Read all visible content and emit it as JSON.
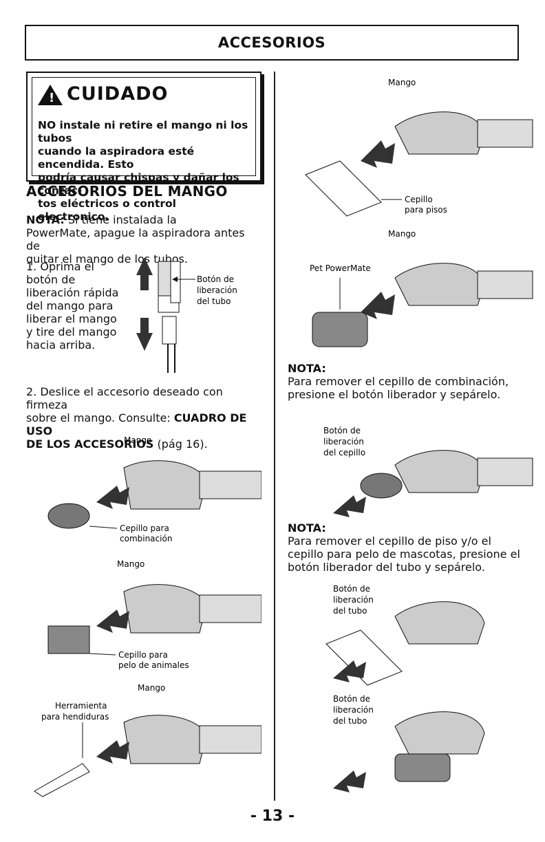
{
  "header": {
    "title": "ACCESORIOS"
  },
  "warning": {
    "heading": "CUIDADO",
    "lines": [
      "NO instale ni retire el mango ni los tubos",
      "cuando la aspiradora esté encendida. Esto",
      "podría causar chispas y dañar los contac-",
      "tos eléctricos o control electronico."
    ]
  },
  "section": {
    "title": "ACCESORIOS DEL MANGO"
  },
  "note1": {
    "prefix": "NOTA:",
    "lines": [
      "Si tiene instalada la",
      "PowerMate, apague la aspiradora antes de",
      "quitar el mango de los tubos."
    ]
  },
  "step1": {
    "lines": [
      "1. Oprima el",
      "botón de",
      "liberación rápida",
      "del mango para",
      "liberar el mango",
      "y tire del mango",
      "hacia arriba."
    ],
    "label": [
      "Botón de",
      "liberación",
      "del tubo"
    ]
  },
  "step2": {
    "lines": [
      "2. Deslice el accesorio deseado con firmeza",
      "sobre el mango. Consulte:"
    ],
    "bold": "CUADRO DE USO",
    "bold2": "DE LOS ACCESORIOS",
    "tail": "(pág 16)."
  },
  "left_figs": {
    "mango": "Mango",
    "combo": [
      "Cepillo para",
      "combinación"
    ],
    "pet": [
      "Cepillo para",
      "pelo de animales"
    ],
    "crevice": [
      "Herramienta",
      "para hendiduras"
    ]
  },
  "right_figs": {
    "mango": "Mango",
    "floor": [
      "Cepillo",
      "para pisos"
    ],
    "pet_powermate": "Pet PowerMate",
    "boton_cepillo": [
      "Botón de",
      "liberación",
      "del cepillo"
    ],
    "boton_tubo": [
      "Botón de",
      "liberación",
      "del tubo"
    ]
  },
  "note2": {
    "title": "NOTA:",
    "lines": [
      "Para remover el cepillo de combinación,",
      "presione el botón liberador y sepárelo."
    ]
  },
  "note3": {
    "title": "NOTA:",
    "lines": [
      "Para remover el cepillo de piso y/o el",
      "cepillo para pelo de mascotas, presione el",
      "botón liberador del tubo y sepárelo."
    ]
  },
  "footer": {
    "page": "- 13 -"
  }
}
